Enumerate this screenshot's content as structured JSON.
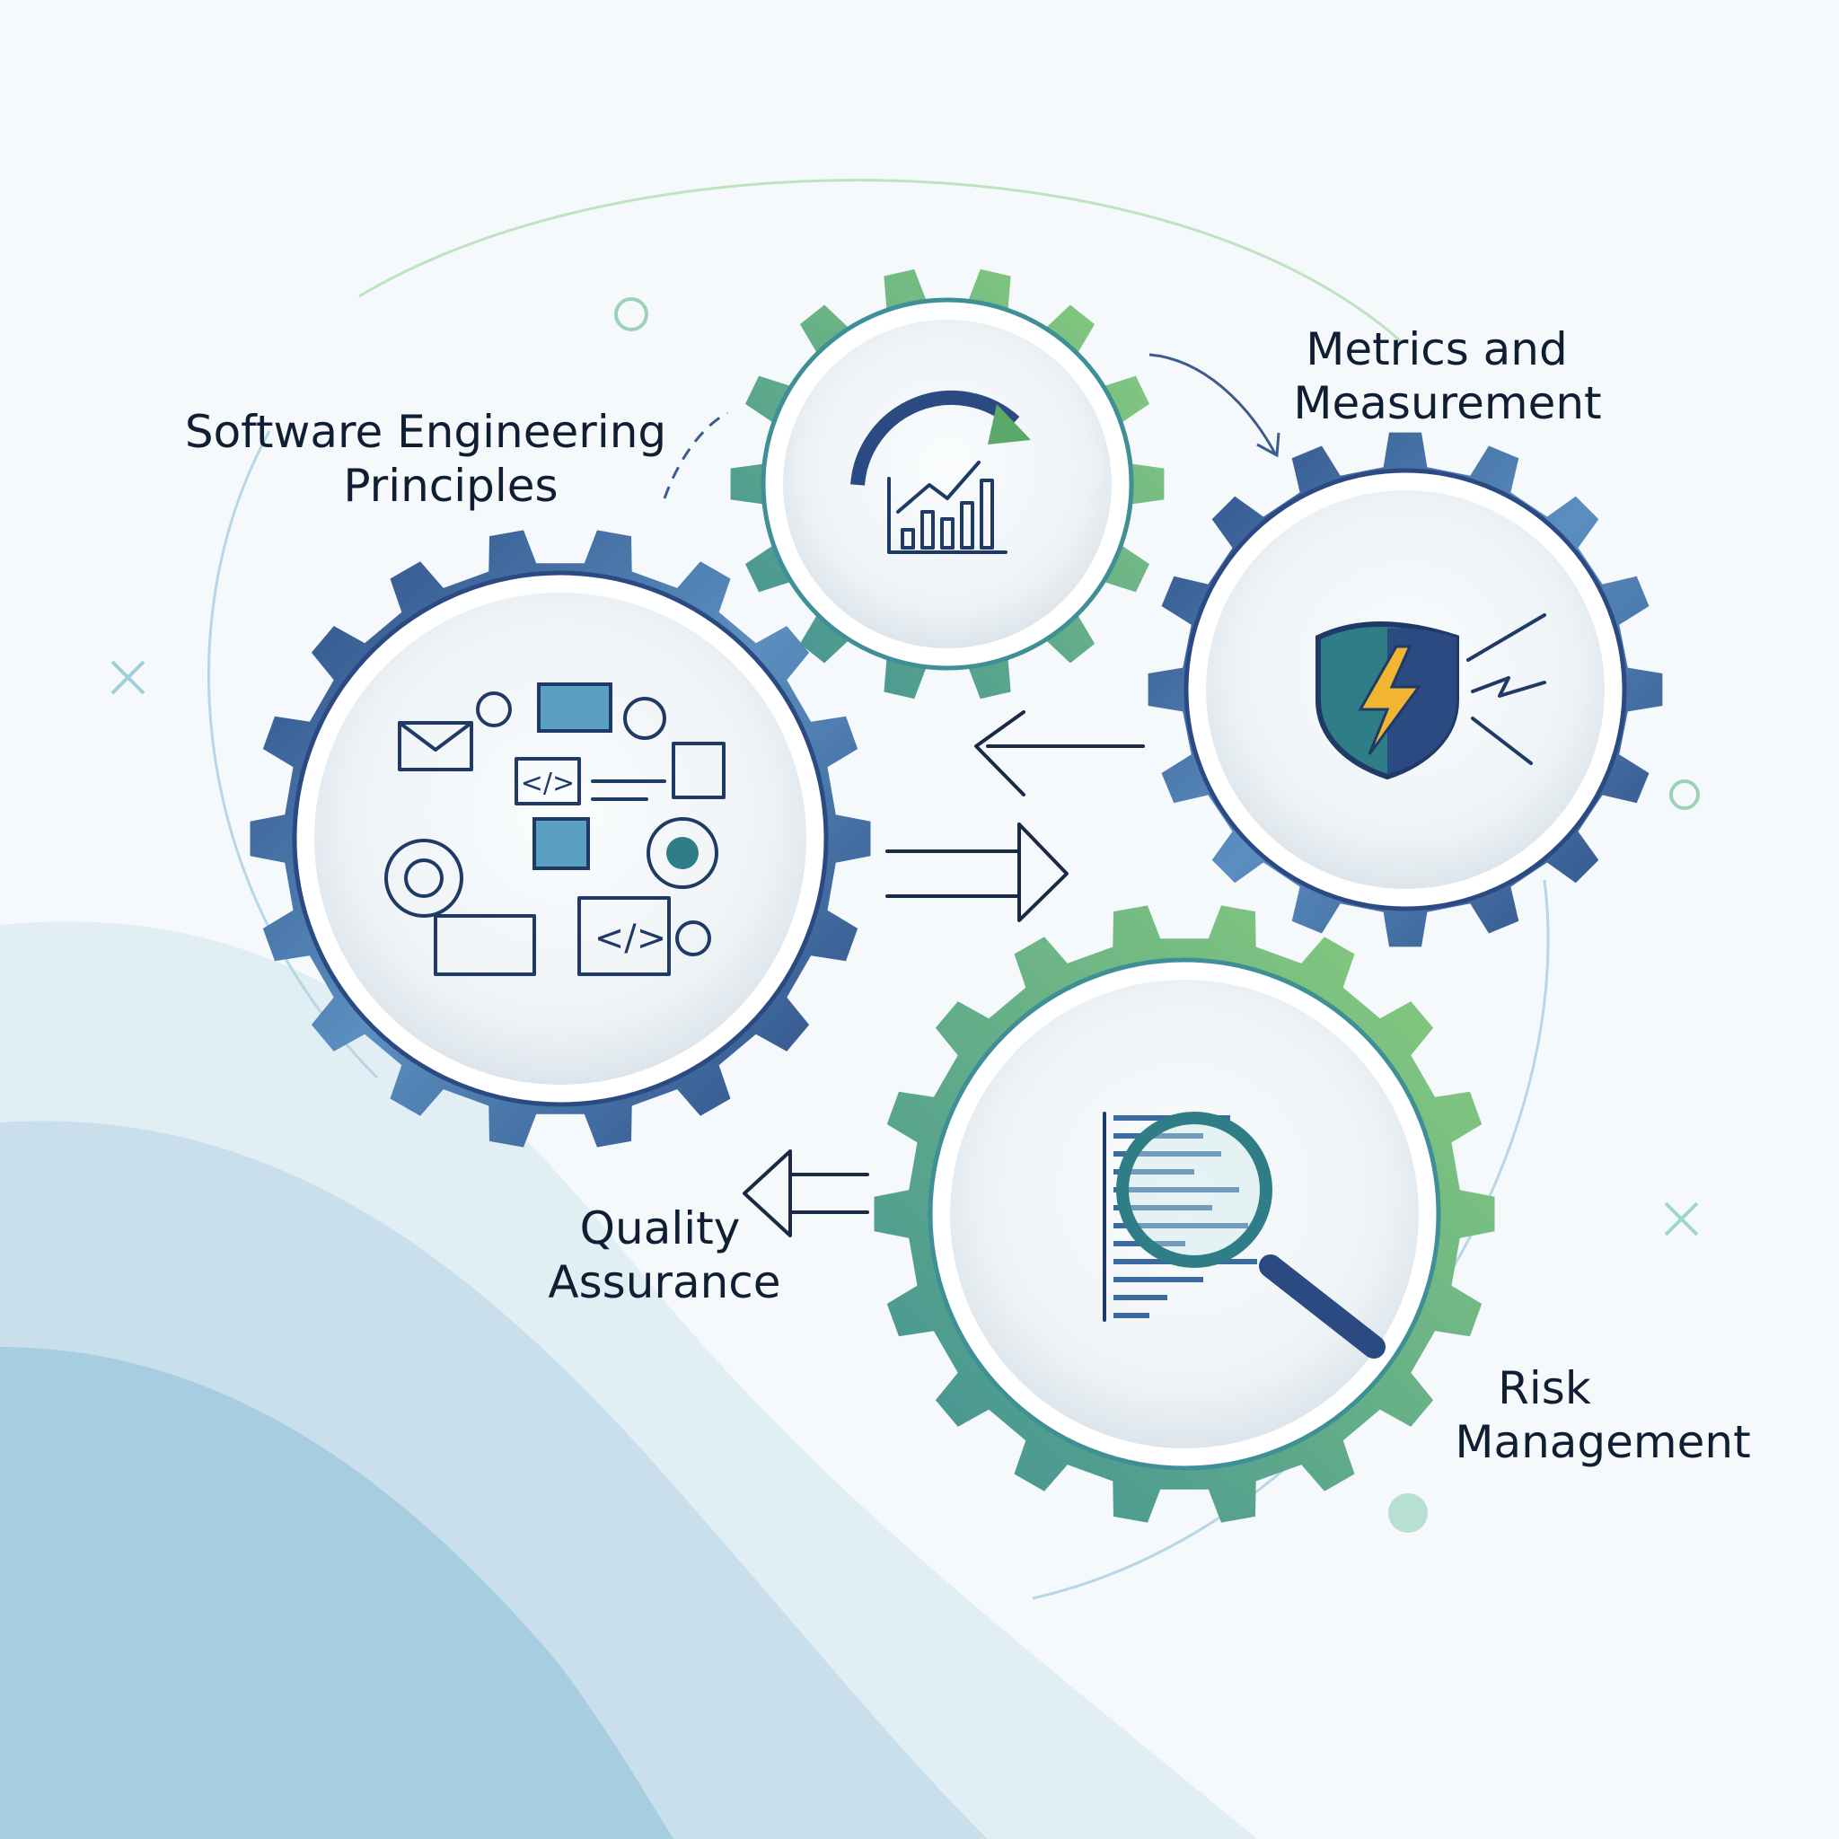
{
  "labels": {
    "software_engineering": [
      "Software Engineering",
      "Principles"
    ],
    "metrics": [
      "Metrics and",
      "Measurement"
    ],
    "quality": [
      "Quality",
      "Assurance"
    ],
    "risk": [
      "Risk",
      "Management"
    ]
  },
  "icons": {
    "code_tag": "</>"
  },
  "colors": {
    "navy": "#2b4a82",
    "blue": "#5b8fc0",
    "green": "#7cc07a",
    "teal": "#3f8f96",
    "text": "#0f1e33",
    "bolt": "#f2b531"
  }
}
